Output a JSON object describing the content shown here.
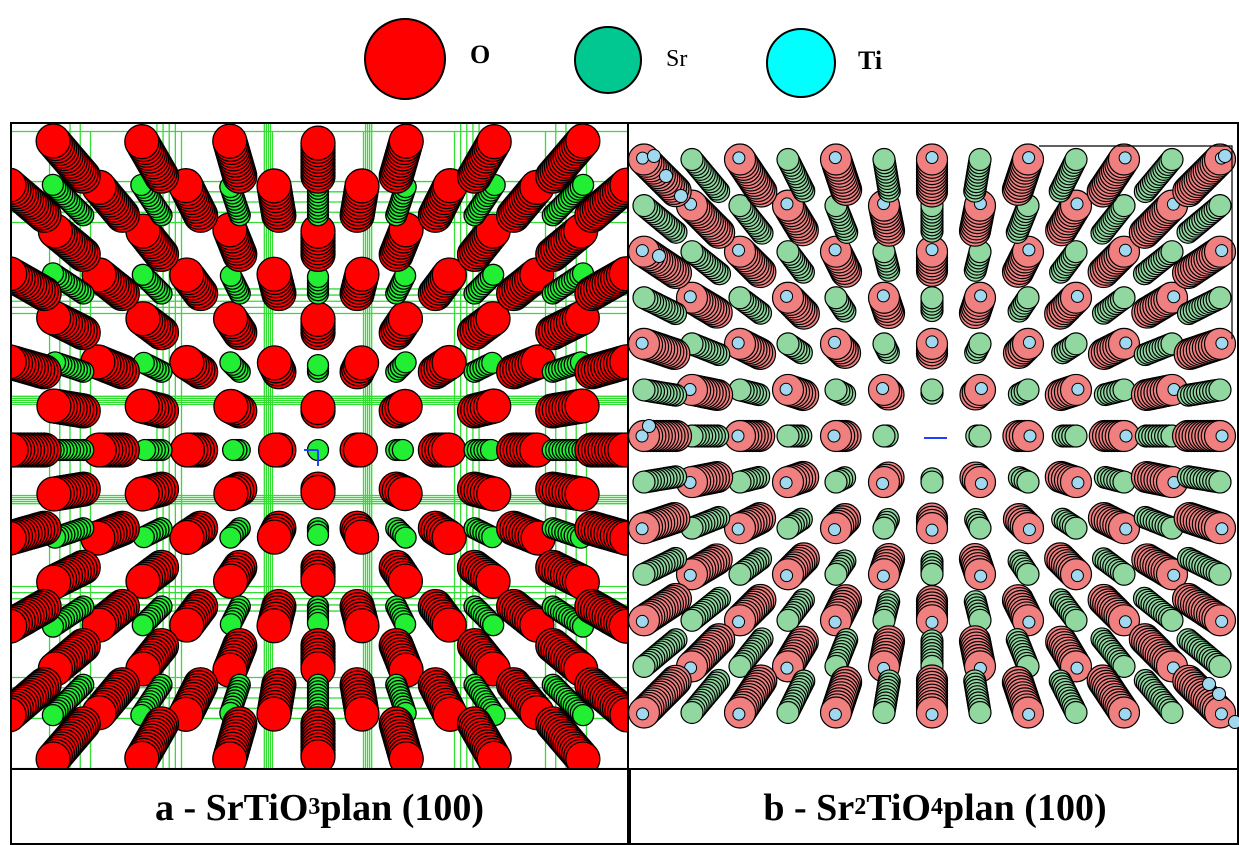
{
  "legend": {
    "items": [
      {
        "label": "O",
        "color": "#ff0000",
        "bold": true
      },
      {
        "label": "Sr",
        "color": "#00c890",
        "bold": false
      },
      {
        "label": "Ti",
        "color": "#00ffff",
        "bold": true
      }
    ]
  },
  "panels": {
    "a": {
      "caption_prefix": "a - SrTiO",
      "caption_sub": "3",
      "caption_suffix": " plan (100)",
      "colors": {
        "oxygen": "#ff0000",
        "strontium": "#22ee33",
        "bond": "#33dd33",
        "highlight": "#ffc8c8"
      }
    },
    "b": {
      "caption_prefix": "b - Sr",
      "caption_sub1": "2",
      "caption_mid": "TiO",
      "caption_sub2": "4",
      "caption_suffix": " plan (100)",
      "colors": {
        "oxygen": "#f08080",
        "strontium": "#90d8a0",
        "titanium": "#a0d8ef"
      }
    }
  }
}
